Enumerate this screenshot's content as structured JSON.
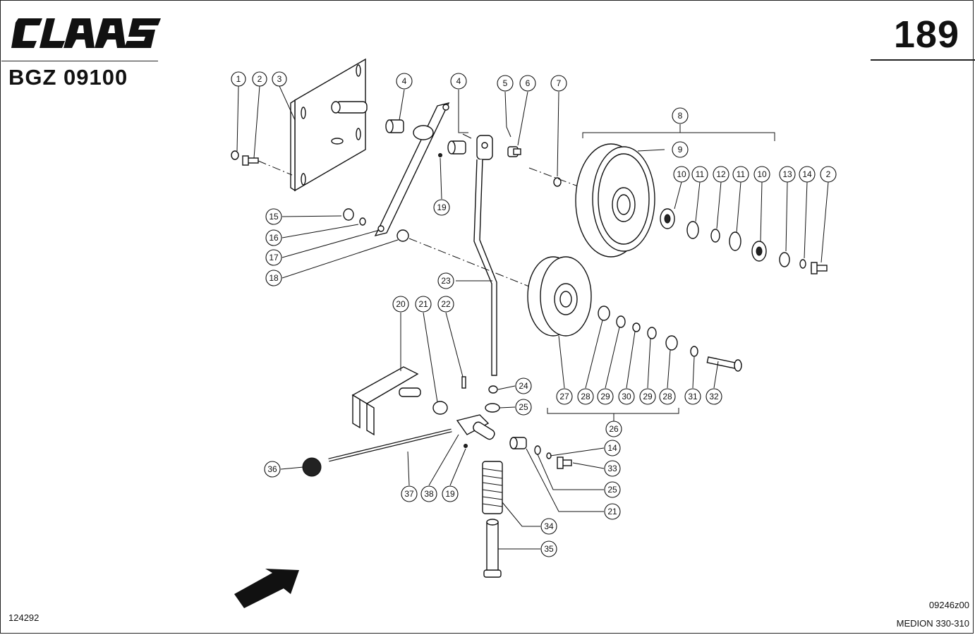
{
  "header": {
    "brand": "CLAAS",
    "page_number": "189",
    "group_code": "BGZ 09100"
  },
  "footer": {
    "document_number": "124292",
    "drawing_number": "09246z00",
    "model": "MEDION 330-310"
  },
  "callouts": [
    {
      "label": "1"
    },
    {
      "label": "2"
    },
    {
      "label": "3"
    },
    {
      "label": "4"
    },
    {
      "label": "4"
    },
    {
      "label": "5"
    },
    {
      "label": "6"
    },
    {
      "label": "7"
    },
    {
      "label": "8"
    },
    {
      "label": "9"
    },
    {
      "label": "10"
    },
    {
      "label": "11"
    },
    {
      "label": "12"
    },
    {
      "label": "11"
    },
    {
      "label": "10"
    },
    {
      "label": "13"
    },
    {
      "label": "14"
    },
    {
      "label": "2"
    },
    {
      "label": "15"
    },
    {
      "label": "16"
    },
    {
      "label": "17"
    },
    {
      "label": "18"
    },
    {
      "label": "19"
    },
    {
      "label": "23"
    },
    {
      "label": "20"
    },
    {
      "label": "21"
    },
    {
      "label": "22"
    },
    {
      "label": "24"
    },
    {
      "label": "25"
    },
    {
      "label": "27"
    },
    {
      "label": "28"
    },
    {
      "label": "29"
    },
    {
      "label": "30"
    },
    {
      "label": "29"
    },
    {
      "label": "28"
    },
    {
      "label": "31"
    },
    {
      "label": "32"
    },
    {
      "label": "26"
    },
    {
      "label": "14"
    },
    {
      "label": "33"
    },
    {
      "label": "25"
    },
    {
      "label": "21"
    },
    {
      "label": "36"
    },
    {
      "label": "37"
    },
    {
      "label": "38"
    },
    {
      "label": "19"
    },
    {
      "label": "34"
    },
    {
      "label": "35"
    }
  ]
}
